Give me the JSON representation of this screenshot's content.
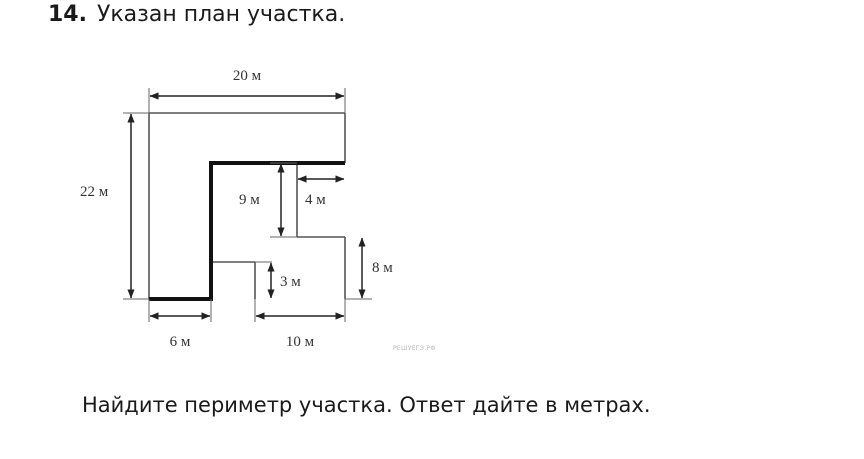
{
  "task": {
    "number": "14.",
    "title": "Указан план участка."
  },
  "diagram": {
    "labels": {
      "width_top": "20 м",
      "height_left": "22 м",
      "inner_height": "9 м",
      "inner_width": "4 м",
      "right_height": "8 м",
      "notch_height": "3 м",
      "bottom_left": "6 м",
      "bottom_right": "10 м"
    },
    "watermark": "РЕШУЕГЭ.РФ"
  },
  "question": "Найдите периметр участка. Ответ дайте в метрах."
}
